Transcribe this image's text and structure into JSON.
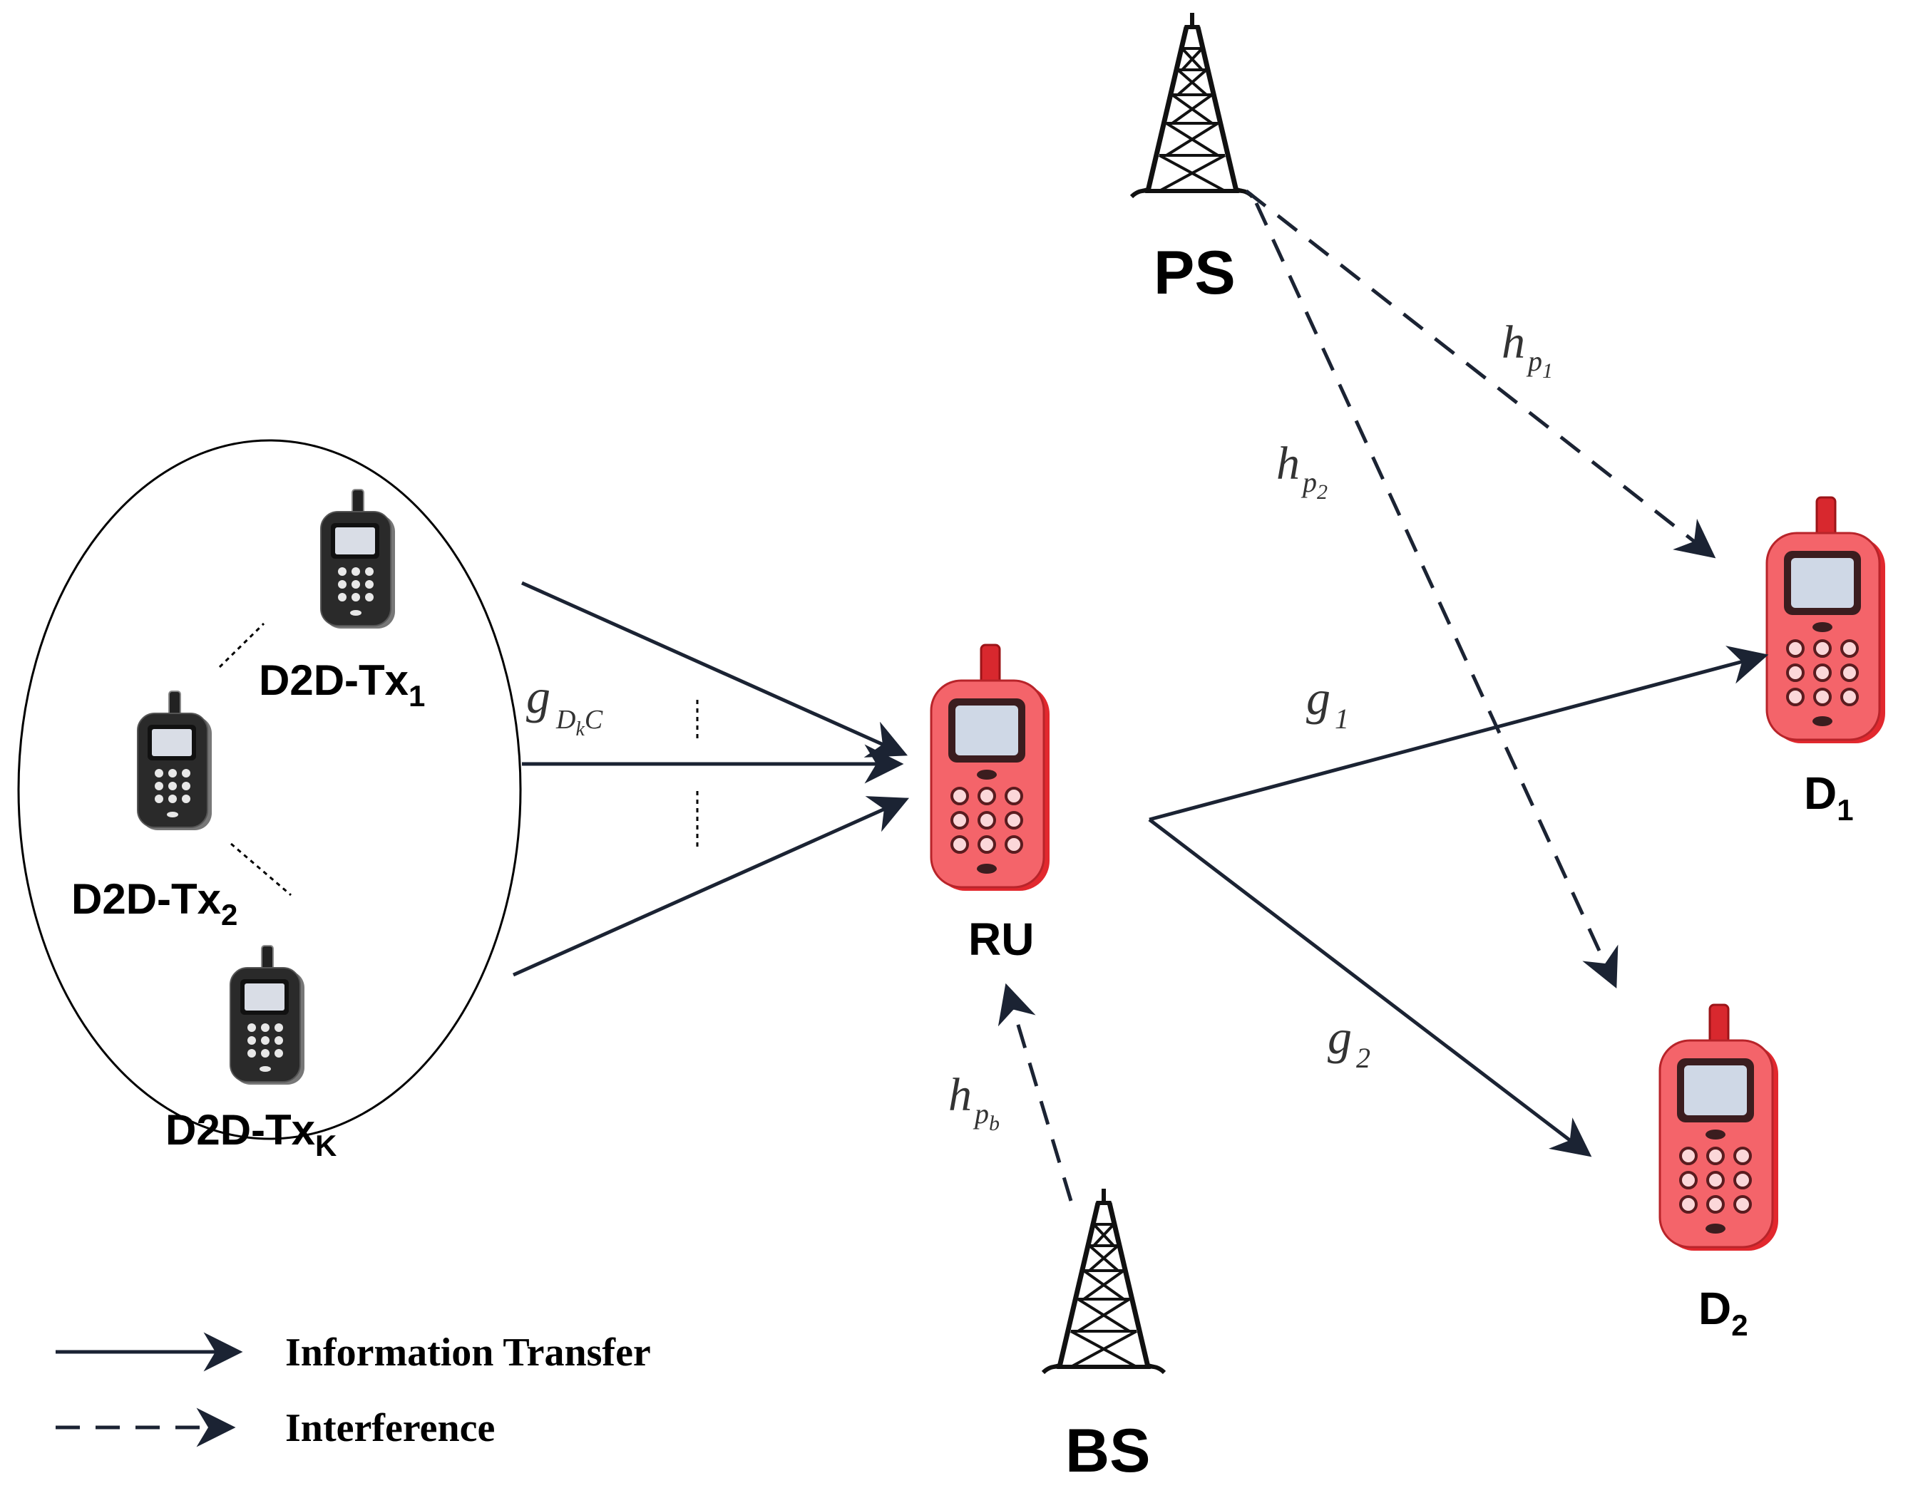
{
  "nodes": {
    "ps": "PS",
    "bs": "BS",
    "ru": "RU",
    "d1": {
      "base": "D",
      "sub": "1"
    },
    "d2": {
      "base": "D",
      "sub": "2"
    },
    "tx1": {
      "base": "D2D-Tx",
      "sub": "1"
    },
    "tx2": {
      "base": "D2D-Tx",
      "sub": "2"
    },
    "txk": {
      "base": "D2D-Tx",
      "sub": "K"
    }
  },
  "channels": {
    "g_dkc": {
      "base": "g",
      "sub": "D",
      "subsub": "k",
      "tail": "C"
    },
    "g1": {
      "base": "g",
      "sub": "1"
    },
    "g2": {
      "base": "g",
      "sub": "2"
    },
    "hp1": {
      "base": "h",
      "sub": "p",
      "subsub": "1"
    },
    "hp2": {
      "base": "h",
      "sub": "p",
      "subsub": "2"
    },
    "hpb": {
      "base": "h",
      "sub": "p",
      "subsub": "b"
    }
  },
  "legend": {
    "solid": "Information Transfer",
    "dashed": "Interference"
  },
  "colors": {
    "line": "#1b2333",
    "phone_red": "#f0444a",
    "phone_dark": "#222222",
    "tower": "#111111"
  },
  "icons": {
    "tower": "cell-tower-icon",
    "red_phone": "red-mobile-phone-icon",
    "black_phone": "black-mobile-phone-icon"
  }
}
